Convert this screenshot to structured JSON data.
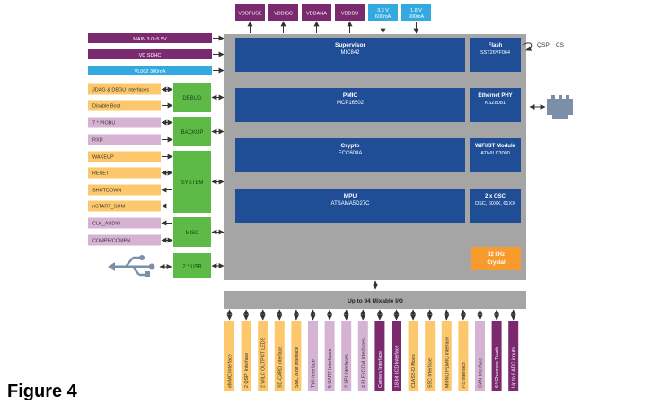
{
  "figure_label": "Figure 4",
  "colors": {
    "som_body": "#a5a5a5",
    "block_blue": "#1f4e96",
    "purple": "#7b2a6f",
    "cyan": "#33a9e0",
    "yellow": "#fcc86b",
    "lilac": "#d7b3d3",
    "green": "#5dba47",
    "orange": "#f79b2e",
    "arrow": "#333333",
    "usb_icon": "#7b8fa8"
  },
  "top_supplies": [
    {
      "label": "VDDFUSE",
      "color": "purple",
      "dir": "out"
    },
    {
      "label": "VDDISC",
      "color": "purple",
      "dir": "out"
    },
    {
      "label": "VDDANA",
      "color": "purple",
      "dir": "out"
    },
    {
      "label": "VDDBU",
      "color": "purple",
      "dir": "out"
    },
    {
      "label": "3.3  V",
      "label2": "600mA",
      "color": "cyan",
      "dir": "in"
    },
    {
      "label": "1.8  V",
      "label2": "900mA",
      "color": "cyan",
      "dir": "in"
    }
  ],
  "left_inputs": [
    {
      "label": "MAIN 3.0~5.5V",
      "color": "purple"
    },
    {
      "label": "VD SDHC",
      "color": "purple"
    },
    {
      "label": "VL002 300mA",
      "color": "cyan"
    }
  ],
  "left_groups": [
    {
      "label": "DEBUG",
      "signals": [
        {
          "label": "JDAG & DBGU Interfaces",
          "color": "yellow",
          "arrow": "both"
        },
        {
          "label": "Disable Boot",
          "color": "yellow",
          "arrow": "in"
        }
      ]
    },
    {
      "label": "BACKUP",
      "signals": [
        {
          "label": "7 * PIOBU",
          "color": "lilac",
          "arrow": "both"
        },
        {
          "label": "RXD",
          "color": "lilac",
          "arrow": "in"
        }
      ]
    },
    {
      "label": "SYSTEM",
      "signals": [
        {
          "label": "WAKEUP",
          "color": "yellow",
          "arrow": "in"
        },
        {
          "label": "RESET",
          "color": "yellow",
          "arrow": "both"
        },
        {
          "label": "SHUTDOWN",
          "color": "yellow",
          "arrow": "out"
        },
        {
          "label": "nSTART_SOM",
          "color": "yellow",
          "arrow": "out"
        }
      ]
    },
    {
      "label": "MISC",
      "signals": [
        {
          "label": "CLK_AUDIO",
          "color": "lilac",
          "arrow": "out"
        },
        {
          "label": "COMPP/COMPN",
          "color": "lilac",
          "arrow": "both"
        }
      ]
    },
    {
      "label": "2 * USB",
      "signals": []
    }
  ],
  "core_blocks": [
    {
      "title": "Supervisor",
      "sub": "MIC842"
    },
    {
      "title": "PMIC",
      "sub": "MCP16502"
    },
    {
      "title": "Crypto",
      "sub": "ECC608A"
    },
    {
      "title": "MPU",
      "sub": "ATSAMA5D27C"
    }
  ],
  "side_blocks": [
    {
      "title": "Flash",
      "sub": "SST26VF064"
    },
    {
      "title": "Ethernet PHY",
      "sub": "KSZ8081"
    },
    {
      "title": "WiFi/BT Module",
      "sub": "ATWILC3000"
    },
    {
      "title": "2 x OSC",
      "sub": "DSC, 60XX, 61XX"
    }
  ],
  "crystal": {
    "title": "32 kHz",
    "sub": "Crystal"
  },
  "qspi_label": "QSPI _CS",
  "io_bar_label": "Up to 94 Mixable I/O",
  "bottom_interfaces": [
    {
      "label": "eMMC Interface",
      "color": "yellow"
    },
    {
      "label": "2 QSPI Interface",
      "color": "yellow"
    },
    {
      "label": "2 WILC OUTPUT LEDS",
      "color": "yellow"
    },
    {
      "label": "SD-CARD Interface",
      "color": "yellow"
    },
    {
      "label": "SMC 8-bit Interface",
      "color": "yellow"
    },
    {
      "label": "TWI Interface",
      "color": "lilac"
    },
    {
      "label": "5 UART Interfaces",
      "color": "lilac"
    },
    {
      "label": "2 SPI Interfaces",
      "color": "lilac"
    },
    {
      "label": "4 FLEXCOM Interfaces",
      "color": "lilac"
    },
    {
      "label": "Camera Interface",
      "color": "purple"
    },
    {
      "label": "18-bit LCD Interface",
      "color": "purple"
    },
    {
      "label": "CLASS-D Mono",
      "color": "yellow"
    },
    {
      "label": "SSC Interface",
      "color": "yellow"
    },
    {
      "label": "MONO PDMIC Interface",
      "color": "yellow"
    },
    {
      "label": "I²S Interface",
      "color": "yellow"
    },
    {
      "label": "CAN Interface",
      "color": "lilac"
    },
    {
      "label": "64 Channels Touch",
      "color": "purple"
    },
    {
      "label": "Up to 6 ADC inputs",
      "color": "purple"
    }
  ]
}
